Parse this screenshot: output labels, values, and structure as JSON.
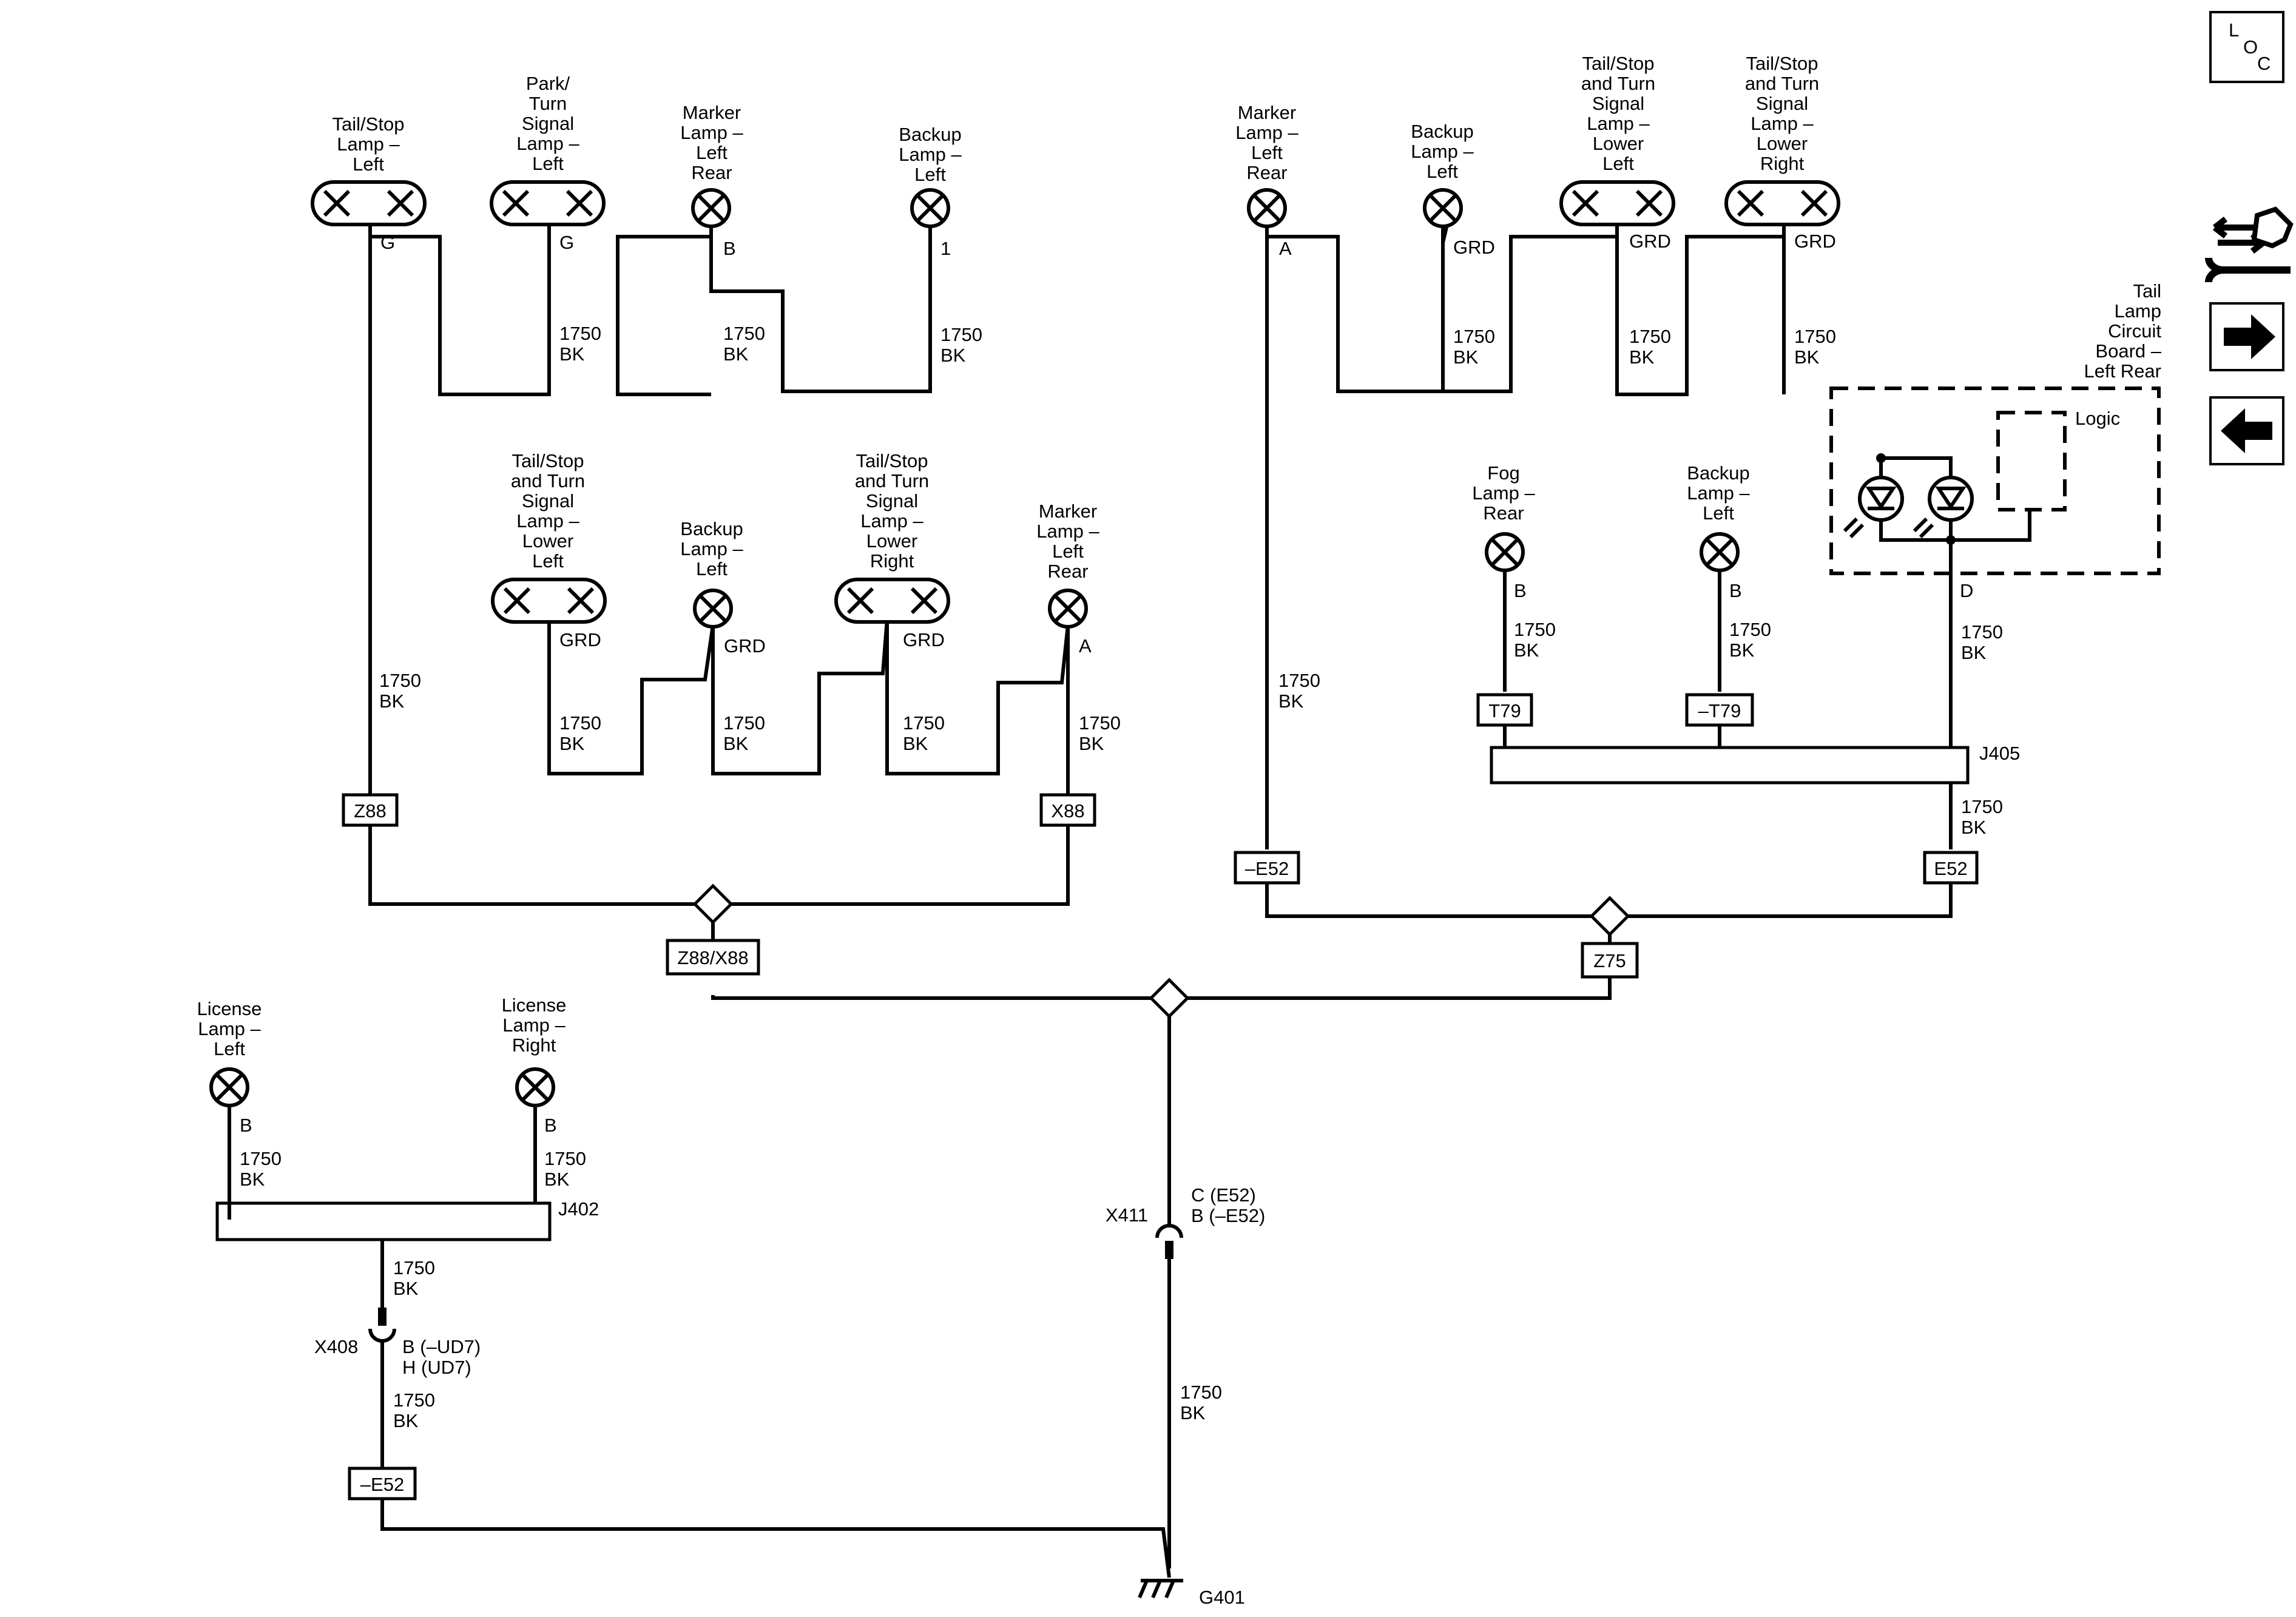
{
  "nav": {
    "loc": [
      "L",
      "O",
      "C"
    ]
  },
  "lamps": {
    "tail_stop_left": [
      "Tail/Stop",
      "Lamp –",
      "Left"
    ],
    "park_turn_left": [
      "Park/",
      "Turn",
      "Signal",
      "Lamp –",
      "Left"
    ],
    "marker_left_rear_1": [
      "Marker",
      "Lamp –",
      "Left",
      "Rear"
    ],
    "backup_left_1": [
      "Backup",
      "Lamp –",
      "Left"
    ],
    "tail_stop_lower_left_1": [
      "Tail/Stop",
      "and Turn",
      "Signal",
      "Lamp –",
      "Lower",
      "Left"
    ],
    "backup_left_2": [
      "Backup",
      "Lamp –",
      "Left"
    ],
    "tail_stop_lower_right_1": [
      "Tail/Stop",
      "and Turn",
      "Signal",
      "Lamp –",
      "Lower",
      "Right"
    ],
    "marker_left_rear_2": [
      "Marker",
      "Lamp –",
      "Left",
      "Rear"
    ],
    "marker_left_rear_3": [
      "Marker",
      "Lamp –",
      "Left",
      "Rear"
    ],
    "backup_left_3": [
      "Backup",
      "Lamp –",
      "Left"
    ],
    "tail_stop_lower_left_2": [
      "Tail/Stop",
      "and Turn",
      "Signal",
      "Lamp –",
      "Lower",
      "Left"
    ],
    "tail_stop_lower_right_2": [
      "Tail/Stop",
      "and Turn",
      "Signal",
      "Lamp –",
      "Lower",
      "Right"
    ],
    "fog_rear": [
      "Fog",
      "Lamp –",
      "Rear"
    ],
    "backup_left_4": [
      "Backup",
      "Lamp –",
      "Left"
    ],
    "license_left": [
      "License",
      "Lamp –",
      "Left"
    ],
    "license_right": [
      "License",
      "Lamp –",
      "Right"
    ],
    "tail_circuit_board": [
      "Tail",
      "Lamp",
      "Circuit",
      "Board –",
      "Left Rear"
    ],
    "logic": "Logic"
  },
  "pins": {
    "tsl": "G",
    "ptl": "G",
    "mlr1": "B",
    "bl1": "1",
    "tsll1": "GRD",
    "bl2": "GRD",
    "tslr1": "GRD",
    "mlr2": "A",
    "mlr3": "A",
    "bl3": "GRD",
    "tsll2": "GRD",
    "tslr2": "GRD",
    "fog": "B",
    "bl4": "B",
    "board": "D",
    "lic_l": "B",
    "lic_r": "B"
  },
  "wire": {
    "gauge": "1750",
    "color": "BK"
  },
  "options": {
    "z88": "Z88",
    "x88": "X88",
    "z88x88": "Z88/X88",
    "neg_e52_a": "–E52",
    "e52": "E52",
    "t79": "T79",
    "neg_t79": "–T79",
    "z75": "Z75",
    "neg_e52_b": "–E52"
  },
  "connectors": {
    "j405": "J405",
    "j402": "J402",
    "x411": "X411",
    "x411_pins": [
      "C (E52)",
      "B (–E52)"
    ],
    "x408": "X408",
    "x408_pins": [
      "B (–UD7)",
      "H (UD7)"
    ],
    "g401": "G401"
  }
}
